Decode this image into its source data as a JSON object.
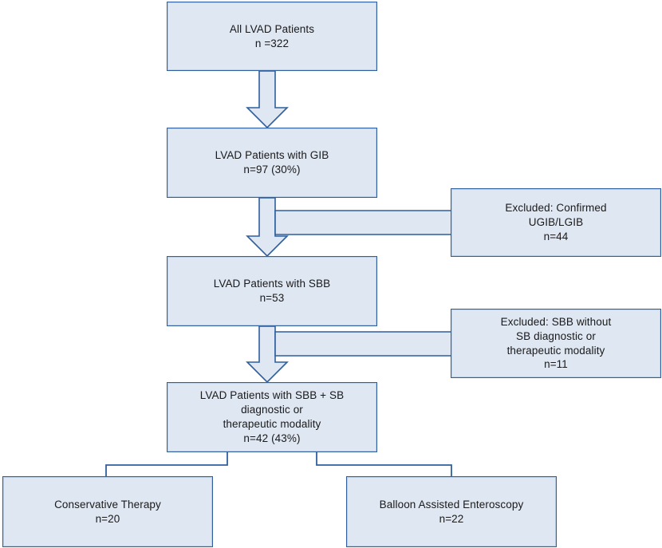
{
  "diagram": {
    "title": "LVAD patient GI bleeding study flow diagram",
    "type": "flowchart",
    "colors": {
      "node_fill": "#dfe7f2",
      "node_border": "#2f5f9e",
      "connector": "#2f5f9e",
      "text": "#1a1a1a",
      "background": "#ffffff"
    },
    "nodes": [
      {
        "id": "all-lvad",
        "label": "All LVAD Patients\nn =322",
        "line1": "All LVAD Patients",
        "line2": "n =322",
        "count": 322
      },
      {
        "id": "gib",
        "label": "LVAD Patients with GIB\nn=97 (30%)",
        "line1": "LVAD Patients with GIB",
        "line2": "n=97 (30%)",
        "count": 97,
        "percent": "30%"
      },
      {
        "id": "excluded-ugib",
        "label": "Excluded: Confirmed\nUGIB/LGIB\nn=44",
        "line1": "Excluded: Confirmed",
        "line2": "UGIB/LGIB",
        "line3": "n=44",
        "count": 44
      },
      {
        "id": "sbb",
        "label": "LVAD Patients with SBB\nn=53",
        "line1": "LVAD Patients with SBB",
        "line2": "n=53",
        "count": 53
      },
      {
        "id": "excluded-sbb",
        "label": "Excluded: SBB without\nSB diagnostic or\ntherapeutic modality\nn=11",
        "line1": "Excluded: SBB without",
        "line2": "SB diagnostic or",
        "line3": "therapeutic modality",
        "line4": "n=11",
        "count": 11
      },
      {
        "id": "sbb-sb",
        "label": "LVAD Patients with SBB + SB\ndiagnostic or\ntherapeutic modality\nn=42 (43%)",
        "line1": "LVAD Patients with SBB + SB",
        "line2": "diagnostic or",
        "line3": "therapeutic modality",
        "line4": "n=42 (43%)",
        "count": 42,
        "percent": "43%"
      },
      {
        "id": "conservative",
        "label": "Conservative Therapy\nn=20",
        "line1": "Conservative Therapy",
        "line2": "n=20",
        "count": 20
      },
      {
        "id": "balloon",
        "label": "Balloon Assisted Enteroscopy\nn=22",
        "line1": "Balloon Assisted Enteroscopy",
        "line2": "n=22",
        "count": 22
      }
    ],
    "edges": [
      {
        "id": "e1",
        "from": "all-lvad",
        "to": "gib",
        "style": "block-arrow-down"
      },
      {
        "id": "e2",
        "from": "gib",
        "to": "sbb",
        "style": "block-arrow-down"
      },
      {
        "id": "e3",
        "from": "gib",
        "to": "excluded-ugib",
        "style": "block-arrow-right"
      },
      {
        "id": "e4",
        "from": "sbb",
        "to": "sbb-sb",
        "style": "block-arrow-down"
      },
      {
        "id": "e5",
        "from": "sbb",
        "to": "excluded-sbb",
        "style": "block-arrow-right"
      },
      {
        "id": "e6",
        "from": "sbb-sb",
        "to": "conservative",
        "style": "elbow-line"
      },
      {
        "id": "e7",
        "from": "sbb-sb",
        "to": "balloon",
        "style": "elbow-line"
      }
    ]
  }
}
